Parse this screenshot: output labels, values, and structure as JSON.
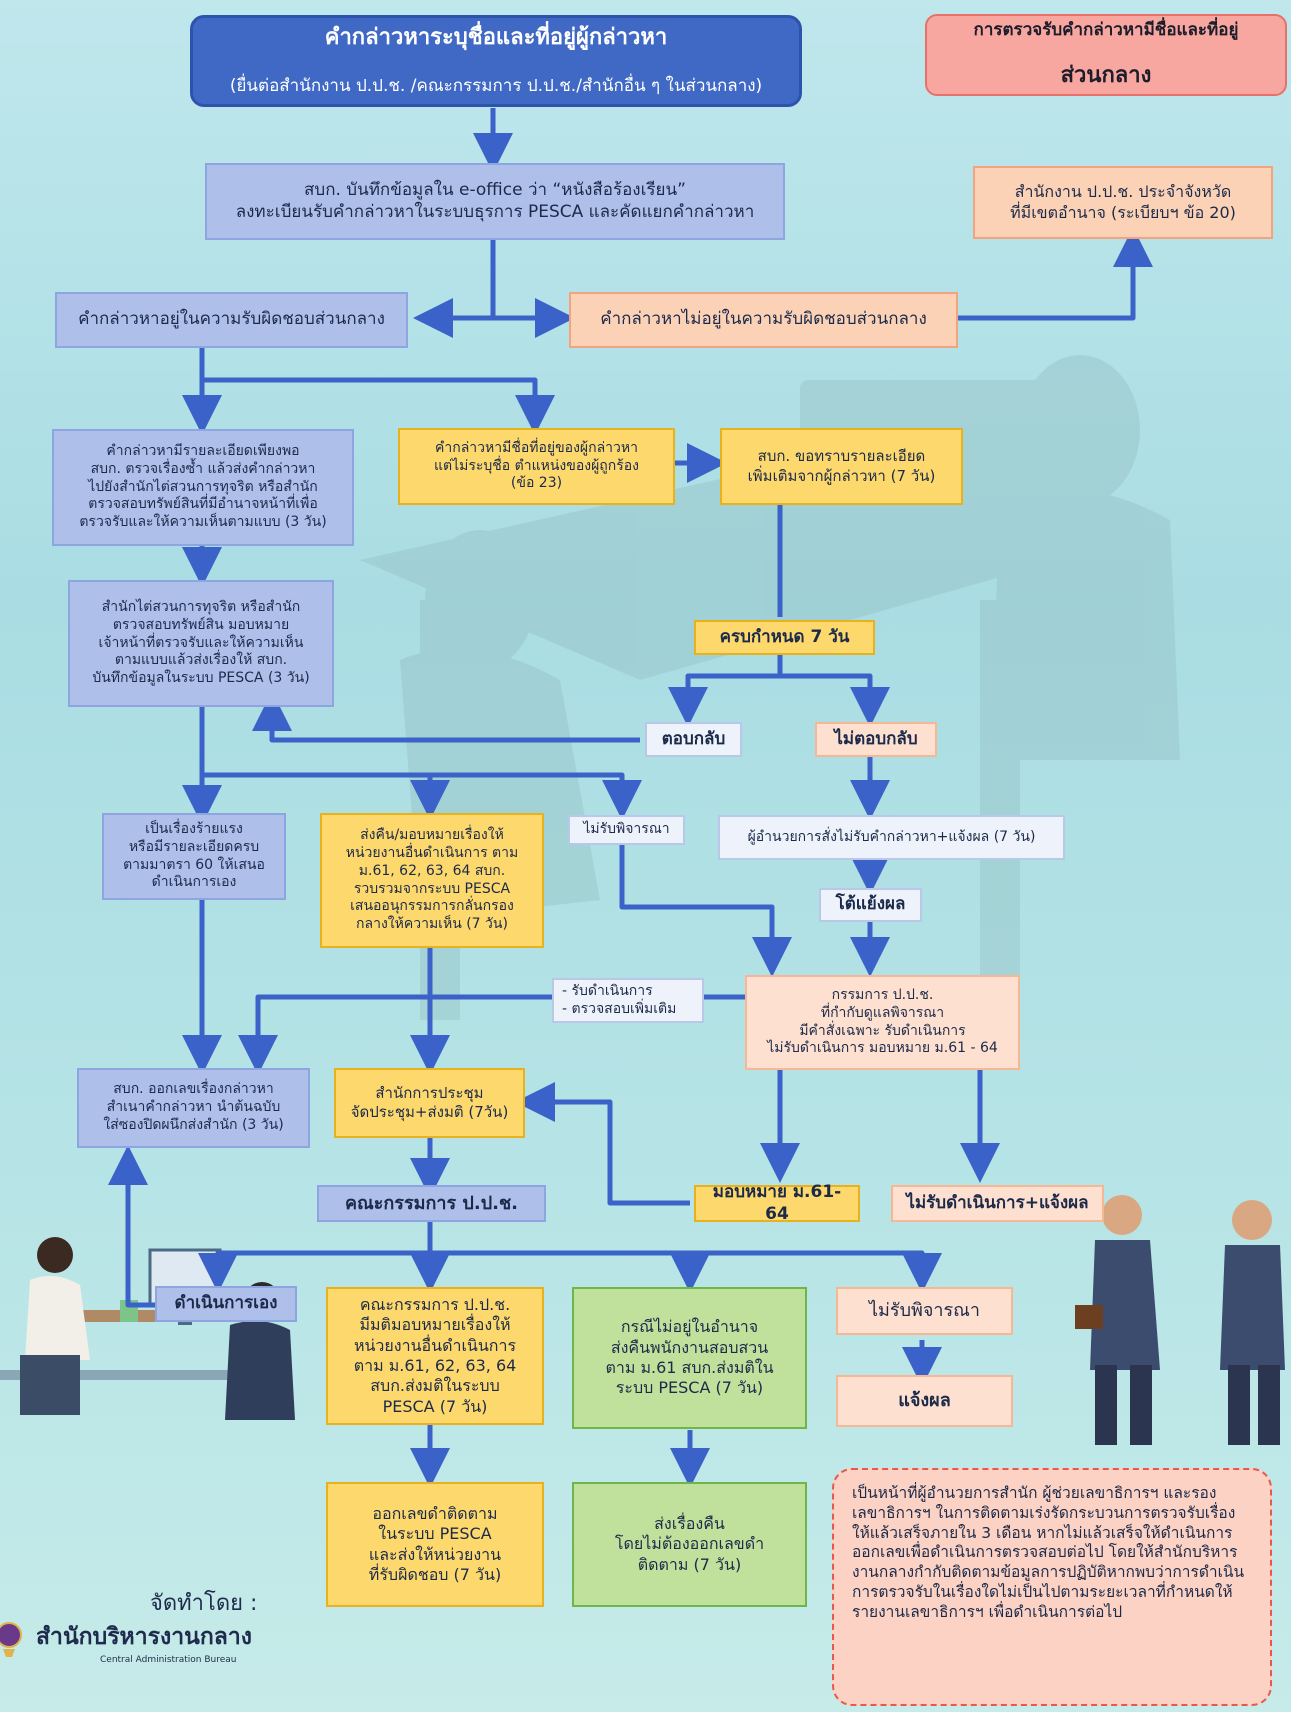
{
  "header": {
    "title": "คำกล่าวหาระบุชื่อและที่อยู่ผู้กล่าวหา",
    "subtitle": "(ยื่นต่อสำนักงาน ป.ป.ช. /คณะกรรมการ ป.ป.ช./สำนักอื่น ๆ ในส่วนกลาง)"
  },
  "corner": {
    "line1": "การตรวจรับคำกล่าวหามีชื่อและที่อยู่",
    "line2": "ส่วนกลาง"
  },
  "boxes": {
    "record": "สบก. บันทึกข้อมูลใน e-office ว่า “หนังสือร้องเรียน”\nลงทะเบียนรับคำกล่าวหาในระบบธุรการ PESCA และคัดแยกคำกล่าวหา",
    "provincial": "สำนักงาน ป.ป.ช. ประจำจังหวัด\nที่มีเขตอำนาจ (ระเบียบฯ ข้อ 20)",
    "central_resp": "คำกล่าวหาอยู่ในความรับผิดชอบส่วนกลาง",
    "not_central_resp": "คำกล่าวหาไม่อยู่ในความรับผิดชอบส่วนกลาง",
    "sufficient_detail": "คำกล่าวหามีรายละเอียดเพียงพอ\nสบก. ตรวจเรื่องซ้ำ แล้วส่งคำกล่าวหา\nไปยังสำนักไต่สวนการทุจริต หรือสำนัก\nตรวจสอบทรัพย์สินที่มีอำนาจหน้าที่เพื่อ\nตรวจรับและให้ความเห็นตามแบบ (3 วัน)",
    "unnamed_accused": "คำกล่าวหามีชื่อที่อยู่ของผู้กล่าวหา\nแต่ไม่ระบุชื่อ ตำแหน่งของผู้ถูกร้อง\n(ข้อ 23)",
    "request_details": "สบก. ขอทราบรายละเอียด\nเพิ่มเติมจากผู้กล่าวหา (7 วัน)",
    "bureau_assign": "สำนักไต่สวนการทุจริต หรือสำนัก\nตรวจสอบทรัพย์สิน มอบหมาย\nเจ้าหน้าที่ตรวจรับและให้ความเห็น\nตามแบบแล้วส่งเรื่องให้ สบก.\nบันทึกข้อมูลในระบบ PESCA (3 วัน)",
    "deadline_7": "ครบกำหนด 7 วัน",
    "reply": "ตอบกลับ",
    "no_reply": "ไม่ตอบกลับ",
    "serious_case": "เป็นเรื่องร้ายแรง\nหรือมีรายละเอียดครบ\nตามมาตรา 60 ให้เสนอ\nดำเนินการเอง",
    "return_assign": "ส่งคืน/มอบหมายเรื่องให้\nหน่วยงานอื่นดำเนินการ ตาม\nม.61, 62, 63, 64 สบก.\nรวบรวมจากระบบ PESCA\nเสนออนุกรรมการกลั่นกรอง\nกลางให้ความเห็น (7 วัน)",
    "not_consider_1": "ไม่รับพิจารณา",
    "director_order": "ผู้อำนวยการสั่งไม่รับคำกล่าวหา+แจ้งผล (7 วัน)",
    "appeal": "โต้แย้งผล",
    "commissioner": "กรรมการ ป.ป.ช.\nที่กำกับดูแลพิจารณา\nมีคำสั่งเฉพาะ รับดำเนินการ\nไม่รับดำเนินการ มอบหมาย ม.61 - 64",
    "options": "- รับดำเนินการ\n- ตรวจสอบเพิ่มเติม",
    "issue_number": "สบก. ออกเลขเรื่องกล่าวหา\nสำเนาคำกล่าวหา นำต้นฉบับ\nใส่ซองปิดผนึกส่งสำนัก (3 วัน)",
    "meeting_office": "สำนักการประชุม\nจัดประชุม+ส่งมติ (7วัน)",
    "assign_61_64": "มอบหมาย ม.61-64",
    "not_proceed_notify": "ไม่รับดำเนินการ+แจ้งผล",
    "nacc_committee": "คณะกรรมการ  ป.ป.ช.",
    "proceed_self": "ดำเนินการเอง",
    "committee_resolution": "คณะกรรมการ ป.ป.ช.\nมีมติมอบหมายเรื่องให้\nหน่วยงานอื่นดำเนินการ\nตาม ม.61, 62, 63, 64\nสบก.ส่งมติในระบบ\nPESCA (7 วัน)",
    "out_of_authority": "กรณีไม่อยู่ในอำนาจ\nส่งคืนพนักงานสอบสวน\nตาม ม.61 สบก.ส่งมติใน\nระบบ PESCA (7 วัน)",
    "not_consider_2": "ไม่รับพิจารณา",
    "notify_result": "แจ้งผล",
    "tracking_number": "ออกเลขดำติดตาม\nในระบบ PESCA\nและส่งให้หน่วยงาน\nที่รับผิดชอบ (7 วัน)",
    "return_no_number": "ส่งเรื่องคืน\nโดยไม่ต้องออกเลขดำ\nติดตาม (7 วัน)"
  },
  "note": "เป็นหน้าที่ผู้อำนวยการสำนัก ผู้ช่วยเลขาธิการฯ และรองเลขาธิการฯ ในการติดตามเร่งรัดกระบวนการตรวจรับเรื่องให้แล้วเสร็จภายใน 3 เดือน หากไม่แล้วเสร็จให้ดำเนินการออกเลขเพื่อดำเนินการตรวจสอบต่อไป โดยให้สำนักบริหารงานกลางกำกับติดตามข้อมูลการปฏิบัติหากพบว่าการดำเนินการตรวจรับในเรื่องใดไม่เป็นไปตามระยะเวลาที่กำหนดให้รายงานเลขาธิการฯ เพื่อดำเนินการต่อไป",
  "footer": {
    "made_by": "จัดทำโดย :",
    "org": "สำนักบริหารงานกลาง",
    "org_en": "Central Administration Bureau"
  },
  "colors": {
    "arrow": "#3a62c8",
    "header": "#3f69c5",
    "blue_box": "#aebfea",
    "yellow_box": "#fcd86d",
    "peach_box": "#fbd2b6",
    "green_box": "#bfe19b",
    "note_border": "#e8584f"
  }
}
